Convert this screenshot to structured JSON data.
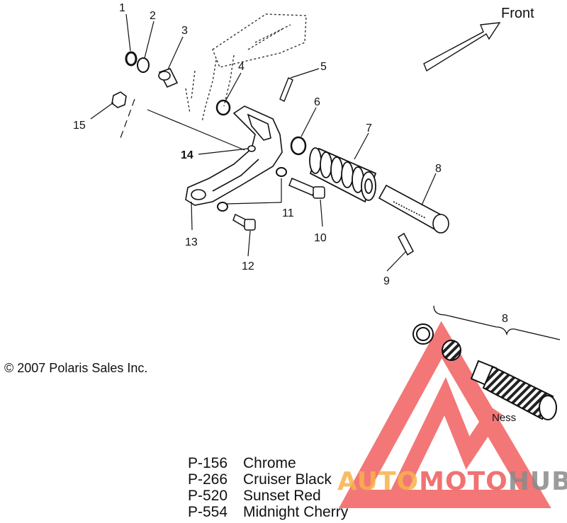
{
  "front_label": "Front",
  "callouts": {
    "c1": "1",
    "c2": "2",
    "c3": "3",
    "c4": "4",
    "c5": "5",
    "c6": "6",
    "c7": "7",
    "c8": "8",
    "c8b": "8",
    "c9": "9",
    "c10": "10",
    "c11": "11",
    "c12": "12",
    "c13": "13",
    "c14": "14",
    "c15": "15"
  },
  "ness_label": "Ness",
  "copyright": "© 2007 Polaris Sales Inc.",
  "color_codes": [
    {
      "code": "P-156",
      "name": "Chrome"
    },
    {
      "code": "P-266",
      "name": "Cruiser Black"
    },
    {
      "code": "P-520",
      "name": "Sunset Red"
    },
    {
      "code": "P-554",
      "name": "Midnight Cherry"
    }
  ],
  "watermark": {
    "part1": "AUTO",
    "part2": "MOTO",
    "part3": "HUB"
  },
  "colors": {
    "line": "#111111",
    "watermark_red": "#ef4a4a",
    "watermark_orange": "#f7b24a",
    "watermark_gray": "#8a8a8a"
  }
}
